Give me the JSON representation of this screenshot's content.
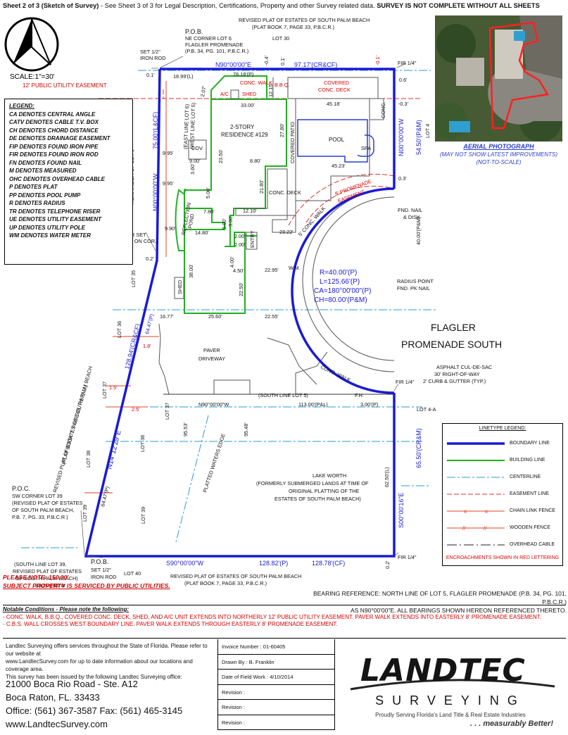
{
  "header": {
    "sheet": "Sheet 2 of 3 (Sketch of Survey)",
    "rest": " - See Sheet 3 of 3 for Legal Description, Certifications, Property and other Survey related data. ",
    "warning": "SURVEY IS NOT COMPLETE WITHOUT ALL SHEETS"
  },
  "scale": "SCALE:1\"=30'",
  "legend": {
    "title": "LEGEND:",
    "items": [
      "CA DENOTES CENTRAL ANGLE",
      "CATV DENOTES CABLE T.V. BOX",
      "CH DENOTES CHORD DISTANCE",
      "DE DENOTES DRAINAGE EASEMENT",
      "FIP DENOTES FOUND IRON PIPE",
      "FIR DENOTES FOUND IRON ROD",
      "FN DENOTES FOUND NAIL",
      "M DENOTES MEASURED",
      "OHC DENOTES OVERHEAD CABLE",
      "P DENOTES PLAT",
      "PP DENOTES POOL PUMP",
      "R DENOTES RADIUS",
      "TR DENOTES TELEPHONE RISER",
      "UE DENOTES UTILITY EASEMENT",
      "UP DENOTES UTILITY POLE",
      "WM DENOTES WATER METER"
    ]
  },
  "plan": {
    "top_plat": [
      "REVISED PLAT OF ESTATES OF SOUTH PALM BEACH",
      "(PLAT BOOK 7, PAGE 33, P.B.C.R.)"
    ],
    "pob_top": [
      "P.O.B.",
      "NE CORNER LOT 6",
      "FLAGLER PROMENADE",
      "(P.B. 34, PG. 101, P.B.C.R.)"
    ],
    "set_rod_top": [
      "SET 1/2\"",
      "IRON ROD"
    ],
    "lot30": "LOT 30",
    "top_bearing": "N90°00'00\"E",
    "top_dist": "97.17'(CR&CF)",
    "top_18_99": "18.99'(L)",
    "top_78_18": "78.18'(P)",
    "top_01a": "0.1'",
    "top_04": "-0.4'",
    "top_01b": "0.1'",
    "top_01c": "-0.1'",
    "fir_top": "FIR 1/4\"",
    "r06": "0.6'",
    "ue_label": "12' PUBLIC UTILITY EASEMENT",
    "conc_walk_top": "CONC. WALK",
    "ac": "A/C",
    "shed_top": "SHED",
    "bbq": "B.B.Q.",
    "covered_deck": [
      "COVERED",
      "CONC. DECK"
    ],
    "d207": "2.07'",
    "d1215": "12.15'",
    "d3300": "33.00'",
    "d4518": "45.18'",
    "r03a": "-0.3'",
    "conc_side": "CONC.",
    "residence": [
      "2-STORY",
      "RESIDENCE #129"
    ],
    "d2350": "23.50'",
    "d2780": "27.80'",
    "covered_patio": "COVERED PATIO",
    "pool": "POOL",
    "spa": "SPA",
    "d4523": "45.23'",
    "r03b": "0.3'",
    "east_line_lot6": "(EAST LINE LOT 6)",
    "west_line_lot5": "(WEST LINE LOT 5)",
    "d7500": "75.00'(L&CF)",
    "d5450": "54.50'(P&M)",
    "n_bearing_left": "N00°00'00\"W",
    "n_bearing_right": "N00°00'00\"W",
    "lot4": "LOT 4",
    "remainder_lot6": "REMAINDER OF LOT 6",
    "d995a": "9.95'",
    "cov": "COV.",
    "d900": "9.00'",
    "d880": "8.80'",
    "d360": "3.60'",
    "d995b": "9.95'",
    "d500a": "5.00'",
    "d2180": "21.80'",
    "conc_deck": "CONC. DECK",
    "reflection": [
      "REFLECTION",
      "POND"
    ],
    "d780": "7.80'",
    "d1210": "12.10'",
    "d990": "9.90'",
    "d1480": "14.80'",
    "d500b": "5.00'",
    "d300": "3.00'",
    "d2322": "23.22'",
    "promenade_easement": [
      "8' PROMENADE",
      "EASEMENT"
    ],
    "conc_walk_mid": "5' CONC. WALK",
    "fnd_nail": [
      "FND. NAIL",
      "& DISK"
    ],
    "d4000pm": "40.00'(P&M)",
    "not_fnd": [
      "NOT FND. OR SET",
      "(C.B.S. WALL ON COR.)"
    ],
    "d200a": "2.00'",
    "d200b": "2.00'",
    "entry": "ENTRY",
    "r02": "0.2'",
    "d400": "4.00'",
    "d450": "4.50'",
    "d2295": "22.95'",
    "wm": "W.M.",
    "curve": [
      "R=40.00'(P)",
      "L=125.66'(P)",
      "CA=180°00'00\"(P)",
      "CH=80.00'(P&M)"
    ],
    "radius_point": [
      "RADIUS POINT",
      "FND. PK NAIL"
    ],
    "lot35": "LOT 35",
    "d3800": "38.00'",
    "shed_mid": "SHED",
    "d2250": "22.50'",
    "d2255": "22.55'",
    "d2560": "25.60'",
    "d1677": "16.77'",
    "flagler": [
      "FLAGLER",
      "PROMENADE SOUTH"
    ],
    "lot36": "LOT 36",
    "d6447a": "64.47'(P)",
    "d12894": "128.94'(CR&CF)",
    "d18": "1.8'",
    "paver": [
      "PAVER",
      "DRIVEWAY"
    ],
    "asphalt": [
      "ASPHALT CUL-DE-SAC",
      "30' RIGHT-OF-WAY",
      "2' CURB & GUTTER (TYP.)"
    ],
    "conc_walk_low": "CONC. WALK",
    "fir_mid": "FIR 1/4\"",
    "lot37a": "LOT 37",
    "lot37b": "LOT 37",
    "d15": "1.5'",
    "south_line_lot5": "(SOUTH LINE LOT 5)",
    "fh": "F.H.",
    "s_bearing_mid": "N90°00'00\"W",
    "d11300": "113.00'(P&L)",
    "d300p": "3.00'(P)",
    "lot4a": "LOT 4-A",
    "d25": "2.5'",
    "d9553": "95.53'",
    "d9548": "95.48'",
    "plat_side": [
      "REVISED PLAT OF ESTATES OF SOUTH PALM BEACH",
      "(PLAT BOOK 7, PAGE 33, P.B.C.R.)"
    ],
    "d6550": "65.50'(CR&M)",
    "s_bearing_right": "S00°00'16\"E",
    "d6250": "62.50'(L)",
    "lot38a": "LOT 38",
    "lot38b": "LOT 38",
    "n14": "N14°12'29\"E",
    "platted_waters": "PLATTED WATERS EDGE",
    "lake": [
      "LAKE WORTH",
      "(FORMERLY SUBMERGED LANDS AT TIME OF",
      "ORIGINAL PLATTING OF THE",
      "ESTATES OF SOUTH PALM BEACH)"
    ],
    "d6447b": "64.47'(P)",
    "poc": [
      "P.O.C.",
      "SW CORNER LOT 39",
      "(REVISED PLAT OF ESTATES",
      "OF SOUTH PALM BEACH,",
      "P.B. 7, PG. 33, P.B.C.R.)"
    ],
    "lot39a": "LOT 39",
    "lot39b": "LOT 39",
    "pob_bot": "P.O.B.",
    "set_rod_bot": [
      "SET 1/2\"",
      "IRON ROD"
    ],
    "lot40": "LOT 40",
    "south_line_lot39": [
      "(SOUTH LINE LOT 39,",
      "REVISED PLAT OF ESTATES",
      "OF SOUTH PALM BEACH)",
      "S90°00'00\"W"
    ],
    "bot_bearing": "S90°00'00\"W",
    "d12882": "128.82'(P)",
    "d12878": "128.78'(CF)",
    "r02b": "0.2'",
    "fir_bot": "FIR 1/4\"",
    "bot_plat": [
      "REVISED PLAT OF ESTATES OF SOUTH PALM BEACH",
      "(PLAT BOOK 7, PAGE 33, P.B.C.R.)"
    ]
  },
  "aerial": {
    "title": "AERIAL PHOTOGRAPH",
    "lines": [
      "(MAY NOT SHOW LATEST IMPROVEMENTS)",
      "(NOT-TO-SCALE)"
    ]
  },
  "linetype_legend": {
    "title": "LINETYPE LEGEND:",
    "rows": [
      "BOUNDARY LINE",
      "BUILDING LINE",
      "CENTERLINE",
      "EASEMENT LINE",
      "CHAIN LINK FENCE",
      "WOODEN FENCE",
      "OVERHEAD CABLE"
    ],
    "encroach": "ENCROACHMENTS SHOWN IN RED LETTERING"
  },
  "please_note": "PLEASE NOTE: 150.00'",
  "public_utilities": "SUBJECT PROPERTY IS SERVICED BY PUBLIC UTILITIES.",
  "bearing_ref": [
    "BEARING REFERENCE: NORTH LINE OF LOT 5, FLAGLER PROMENADE (P.B. 34, PG. 101, P.B.C.R.)",
    "AS N90°00'00\"E. ALL BEARINGS SHOWN HEREON REFERENCED THERETO."
  ],
  "notable": {
    "title": "Notable Conditions - Please note the following:",
    "lines": [
      "- CONC. WALK, B.B.Q., COVERED CONC. DECK, SHED, AND A/C UNIT EXTENDS INTO NORTHERLY 12' PUBLIC UTILITY EASEMENT.  PAVER WALK EXTENDS INTO EASTERLY 8' PROMENADE EASEMENT.",
      "- C.B.S. WALL CROSSES WEST BOUNDARY LINE.  PAVER WALK EXTENDS THROUGH EASTERLY 8' PROMENADE EASEMENT."
    ]
  },
  "footer": {
    "blurb": [
      "Landtec Surveying offers services throughout the State of Florida. Please refer to our website at",
      "www.LandtecSurvey.com for up to date information about our locations and coverage area.",
      "This survey has been issued by the following Landtec Surveying office:"
    ],
    "address": [
      "21000 Boca Rio Road - Ste. A12",
      "Boca Raton, FL. 33433",
      "Office: (561) 367-3587  Fax: (561) 465-3145",
      "www.LandtecSurvey.com"
    ],
    "table": [
      "Invoice Number :  01-60405",
      "Drawn By :  B. Franklin",
      "Date of Field Work :  4/10/2014",
      "Revision :",
      "Revision :",
      "Revision :"
    ],
    "logo_big": "LANDTEC",
    "logo_small": "SURVEYING",
    "tagline": "Proudly Serving Florida's Land Title & Real Estate Industries",
    "motto": ". . . measurably Better!"
  },
  "colors": {
    "boundary": "#1a1ad6",
    "building": "#22b022",
    "easement": "#e03030",
    "centerline": "#2a9dd6",
    "encroach": "#d40000"
  }
}
